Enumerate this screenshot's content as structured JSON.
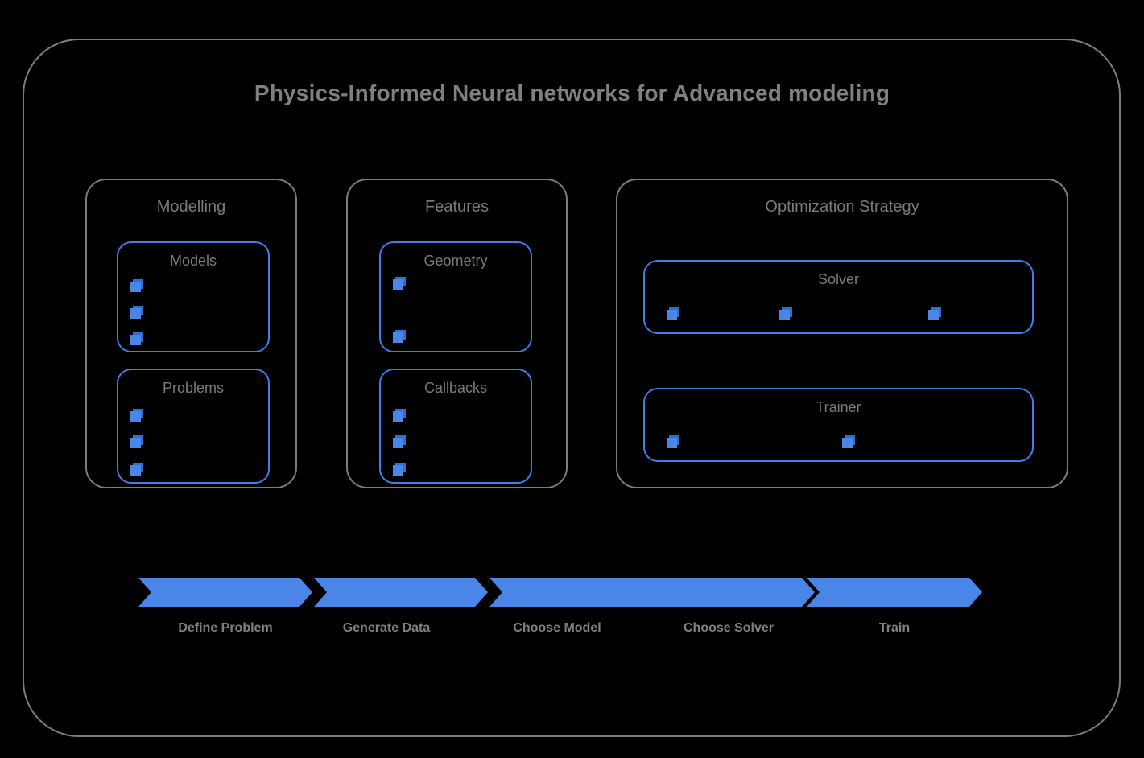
{
  "title": "Physics-Informed Neural networks for Advanced modeling",
  "colors": {
    "background": "#000000",
    "outer_border": "#7d7d7d",
    "panel_border": "#7d7d7d",
    "box_border": "#3d7eea",
    "accent_blue": "#4a86e8",
    "text_gray": "#808080",
    "label_gray": "#7a7a7a"
  },
  "panels": [
    {
      "id": "modelling",
      "label": "Modelling",
      "boxes": [
        {
          "id": "models",
          "label": "Models",
          "bullet_icon": "cube-icon",
          "bullet_count": 3,
          "bullets": [
            "",
            "",
            ""
          ]
        },
        {
          "id": "problems",
          "label": "Problems",
          "bullet_icon": "cube-icon",
          "bullet_count": 3,
          "bullets": [
            "",
            "",
            ""
          ]
        }
      ]
    },
    {
      "id": "features",
      "label": "Features",
      "boxes": [
        {
          "id": "geometry",
          "label": "Geometry",
          "bullet_icon": "cube-icon",
          "bullet_count": 2,
          "bullets": [
            "",
            ""
          ]
        },
        {
          "id": "callbacks",
          "label": "Callbacks",
          "bullet_icon": "cube-icon",
          "bullet_count": 3,
          "bullets": [
            "",
            "",
            ""
          ]
        }
      ]
    },
    {
      "id": "optimization",
      "label": "Optimization Strategy",
      "boxes": [
        {
          "id": "solver",
          "label": "Solver",
          "bullet_icon": "cube-icon",
          "bullet_count": 3,
          "bullets": [
            "",
            "",
            ""
          ]
        },
        {
          "id": "trainer",
          "label": "Trainer",
          "bullet_icon": "cube-icon",
          "bullet_count": 2,
          "bullets": [
            "",
            ""
          ]
        }
      ]
    }
  ],
  "flow": {
    "steps": [
      {
        "label": "Define Problem"
      },
      {
        "label": "Generate Data"
      },
      {
        "label": "Choose Model"
      },
      {
        "label": "Choose Solver"
      },
      {
        "label": "Train"
      }
    ]
  }
}
